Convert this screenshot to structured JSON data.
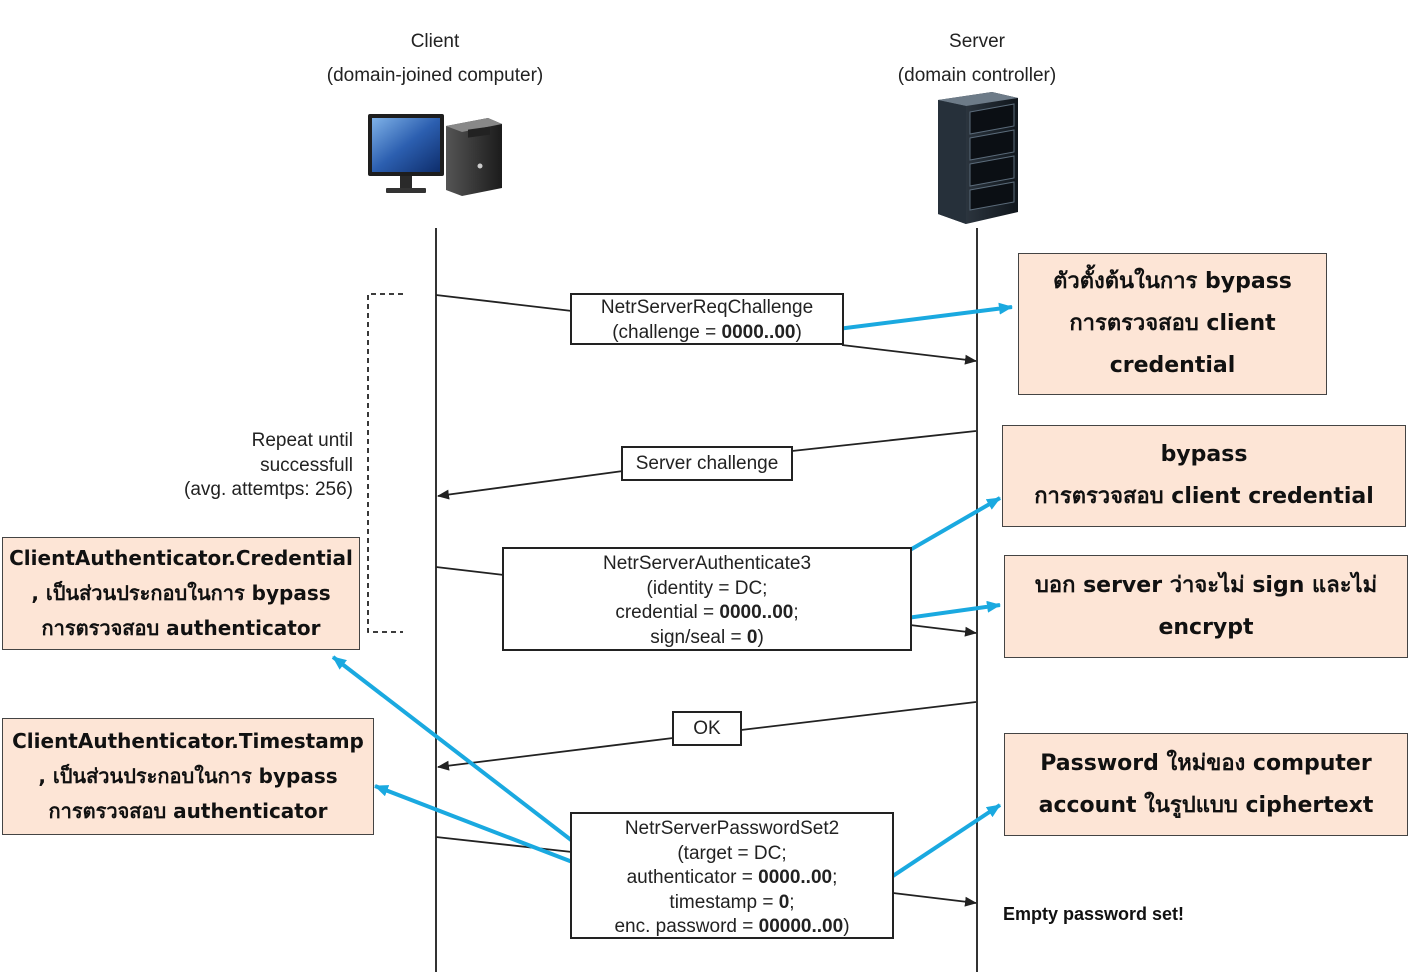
{
  "client": {
    "title": "Client",
    "subtitle": "(domain-joined computer)"
  },
  "server": {
    "title": "Server",
    "subtitle": "(domain controller)"
  },
  "repeat": {
    "line1": "Repeat until",
    "line2": "successfull",
    "line3": "(avg. attemtps: 256)"
  },
  "messages": {
    "req_challenge": {
      "line1": "NetrServerReqChallenge",
      "line2_prefix": "(challenge = ",
      "line2_bold": "0000..00",
      "line2_suffix": ")"
    },
    "server_challenge": {
      "label": "Server challenge"
    },
    "authenticate3": {
      "line1": "NetrServerAuthenticate3",
      "line2": "(identity = DC;",
      "line3_prefix": "credential = ",
      "line3_bold": "0000..00",
      "line3_suffix": ";",
      "line4_prefix": "sign/seal = ",
      "line4_bold": "0",
      "line4_suffix": ")"
    },
    "ok": {
      "label": "OK"
    },
    "password_set2": {
      "line1": "NetrServerPasswordSet2",
      "line2": "(target = DC;",
      "line3_prefix": "authenticator = ",
      "line3_bold": "0000..00",
      "line3_suffix": ";",
      "line4_prefix": "timestamp = ",
      "line4_bold": "0",
      "line4_suffix": ";",
      "line5_prefix": "enc. password = ",
      "line5_bold": "00000..00",
      "line5_suffix": ")"
    }
  },
  "empty_password": "Empty password set!",
  "notes": {
    "challenge_note": {
      "line1": "ตัวตั้งต้นในการ bypass",
      "line2": "การตรวจสอบ client",
      "line3": "credential"
    },
    "credential_note": {
      "line1": "bypass",
      "line2": "การตรวจสอบ client credential"
    },
    "signseal_note": {
      "line1": "บอก server ว่าจะไม่ sign และไม่",
      "line2": "encrypt"
    },
    "password_note": {
      "line1": "Password ใหม่ของ computer",
      "line2": "account ในรูปแบบ ciphertext"
    },
    "authenticator_cred_note": {
      "line1": "ClientAuthenticator.Credential",
      "line2": ", เป็นส่วนประกอบในการ bypass",
      "line3": "การตรวจสอบ authenticator"
    },
    "authenticator_ts_note": {
      "line1": "ClientAuthenticator.Timestamp",
      "line2": ", เป็นส่วนประกอบในการ bypass",
      "line3": "การตรวจสอบ authenticator"
    }
  },
  "colors": {
    "arrow_blue": "#1aa9e0",
    "note_fill": "#fde5d6",
    "line": "#222222"
  },
  "icons": {
    "client": "desktop-computer-icon",
    "server": "server-rack-icon"
  }
}
